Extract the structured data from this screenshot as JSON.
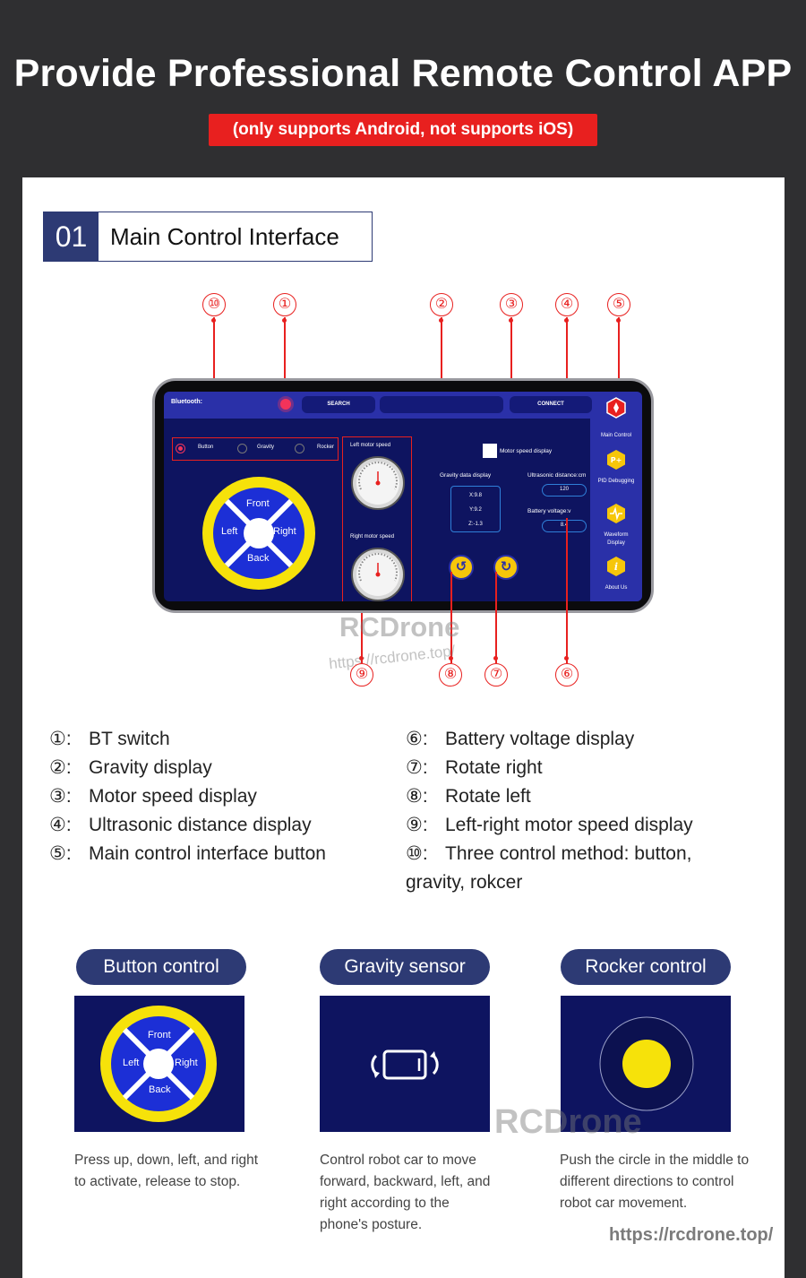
{
  "header": {
    "title": "Provide Professional Remote Control APP",
    "badge": "(only supports Android, not supports iOS)"
  },
  "section": {
    "number": "01",
    "title": "Main Control Interface"
  },
  "app": {
    "bluetooth_label": "Bluetooth:",
    "search_label": "SEARCH",
    "connect_label": "CONNECT",
    "modes": [
      "Button",
      "Gravity",
      "Rocker"
    ],
    "dpad": {
      "front": "Front",
      "left": "Left",
      "right": "Right",
      "back": "Back"
    },
    "left_motor_label": "Left motor speed",
    "right_motor_label": "Right motor speed",
    "motor_speed_display_label": "Motor speed display",
    "gravity_label": "Gravity data display",
    "gravity": {
      "x": "X:9.8",
      "y": "Y:9.2",
      "z": "Z:-1.3"
    },
    "ultrasonic_label": "Ultrasonic distance:cm",
    "ultrasonic_value": "120",
    "battery_label": "Battery voltage:v",
    "battery_value": "8.4",
    "sidebar": {
      "main_control": "Main Control",
      "pid": "PID Debugging",
      "waveform_1": "Waveform",
      "waveform_2": "Display",
      "about": "About Us"
    },
    "colors": {
      "screen_bg": "#0e1460",
      "bar_bg": "#2a30a8",
      "accent_yellow": "#f6c60a",
      "dpad_blue": "#1c2fd6",
      "red": "#e8201f"
    }
  },
  "callouts": {
    "c1": "①",
    "c2": "②",
    "c3": "③",
    "c4": "④",
    "c5": "⑤",
    "c6": "⑥",
    "c7": "⑦",
    "c8": "⑧",
    "c9": "⑨",
    "c10": "⑩"
  },
  "watermark": {
    "brand": "RCDrone",
    "url": "https://rcdrone.top/"
  },
  "legend": {
    "left": [
      {
        "n": "①:",
        "text": "BT switch"
      },
      {
        "n": "②:",
        "text": "Gravity display"
      },
      {
        "n": "③:",
        "text": "Motor speed display"
      },
      {
        "n": "④:",
        "text": "Ultrasonic distance display"
      },
      {
        "n": "⑤:",
        "text": "Main control interface button"
      }
    ],
    "right": [
      {
        "n": "⑥:",
        "text": "Battery voltage display"
      },
      {
        "n": "⑦:",
        "text": "Rotate right"
      },
      {
        "n": "⑧:",
        "text": "Rotate left"
      },
      {
        "n": "⑨:",
        "text": "Left-right motor speed display"
      },
      {
        "n": "⑩:",
        "text": "Three control method: button,"
      }
    ],
    "right_cont": "gravity, rokcer"
  },
  "cards": [
    {
      "title": "Button control",
      "desc": "Press up, down, left, and right to activate, release to stop."
    },
    {
      "title": "Gravity sensor",
      "desc": "Control robot car to move forward, backward, left, and right according to the phone's posture."
    },
    {
      "title": "Rocker control",
      "desc": "Push the circle in the middle to different directions to control robot car movement."
    }
  ]
}
